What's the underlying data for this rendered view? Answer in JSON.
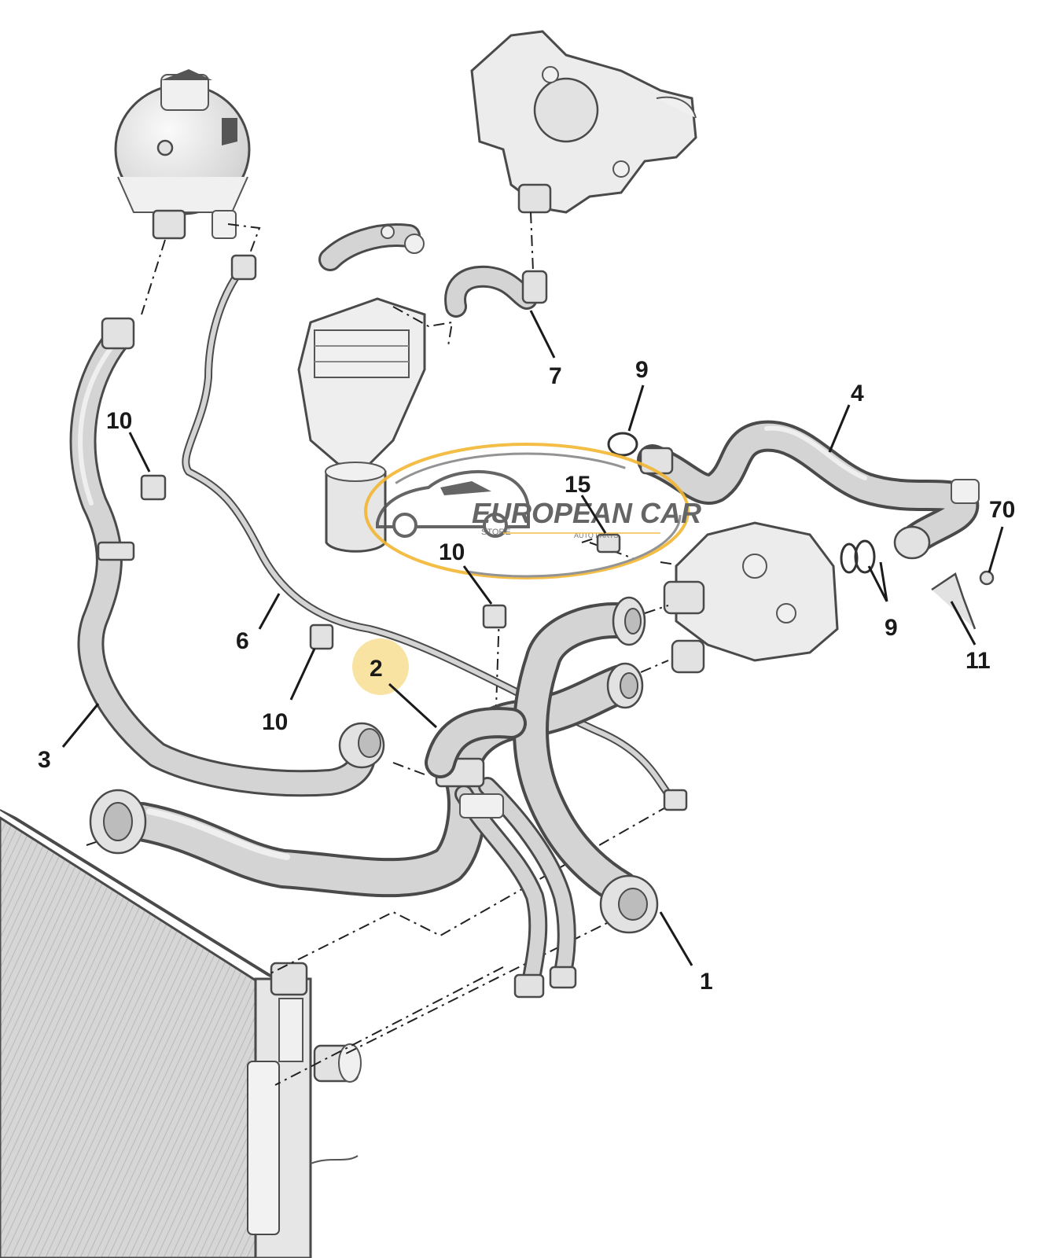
{
  "callouts": [
    {
      "id": "c1",
      "label": "1"
    },
    {
      "id": "c2",
      "label": "2",
      "highlight": "#f2c230"
    },
    {
      "id": "c3",
      "label": "3"
    },
    {
      "id": "c4",
      "label": "4"
    },
    {
      "id": "c6",
      "label": "6"
    },
    {
      "id": "c7",
      "label": "7"
    },
    {
      "id": "c9a",
      "label": "9"
    },
    {
      "id": "c9b",
      "label": "9"
    },
    {
      "id": "c10a",
      "label": "10"
    },
    {
      "id": "c10b",
      "label": "10"
    },
    {
      "id": "c10c",
      "label": "10"
    },
    {
      "id": "c11",
      "label": "11"
    },
    {
      "id": "c15",
      "label": "15"
    },
    {
      "id": "c70",
      "label": "70"
    }
  ],
  "watermark": {
    "brand": "EUROPEAN CAR",
    "sub": "STORE",
    "tagline": "AUTO PARTS",
    "accent_color": "#f2b632"
  },
  "colors": {
    "hose": "#d4d4d4",
    "outline": "#4a4a4a",
    "radiator": "#cfcfcf"
  },
  "icons": [
    "car-silhouette-icon"
  ]
}
